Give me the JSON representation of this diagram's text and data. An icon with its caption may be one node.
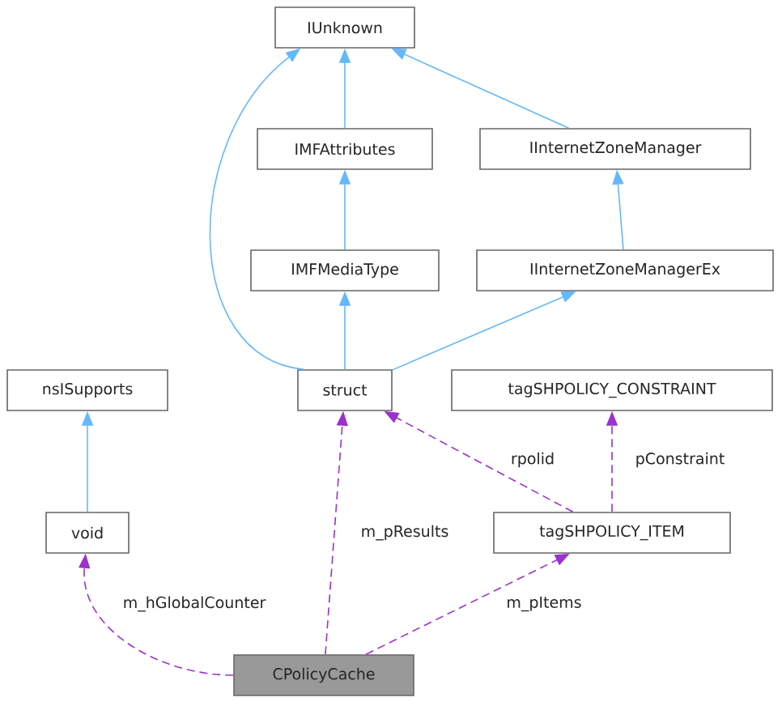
{
  "diagram": {
    "nodes": [
      {
        "text": [
          "IUnknown"
        ]
      },
      {
        "text": [
          "IMFAttributes"
        ]
      },
      {
        "text": [
          "IInternetZoneManager"
        ]
      },
      {
        "text": [
          "IMFMediaType"
        ]
      },
      {
        "text": [
          "IInternetZoneManagerEx"
        ]
      },
      {
        "text": [
          "nsISupports"
        ]
      },
      {
        "text": [
          "struct"
        ]
      },
      {
        "text": [
          "tagSHPOLICY_CONSTRAINT"
        ]
      },
      {
        "text": [
          "void"
        ]
      },
      {
        "text": [
          "tagSHPOLICY_ITEM"
        ]
      },
      {
        "text": [
          "CPolicyCache"
        ]
      }
    ],
    "edges": [
      {
        "from": 1,
        "to": 0,
        "arrow": "to"
      },
      {
        "from": 2,
        "to": 0,
        "arrow": "to"
      },
      {
        "from": 6,
        "to": 0,
        "arrow": "to"
      },
      {
        "from": 3,
        "to": 1,
        "arrow": "to"
      },
      {
        "from": 4,
        "to": 2,
        "arrow": "to"
      },
      {
        "from": 6,
        "to": 3,
        "arrow": "to"
      },
      {
        "from": 6,
        "to": 4,
        "arrow": "to"
      },
      {
        "from": 8,
        "to": 5,
        "arrow": "to"
      },
      {
        "from": 10,
        "to": 8,
        "arrow": "to",
        "label": "m_hGlobalCounter",
        "style": "dashed",
        "color": "#9a32cd"
      },
      {
        "from": 10,
        "to": 6,
        "arrow": "to",
        "label": "m_pResults",
        "style": "dashed",
        "color": "#9a32cd"
      },
      {
        "from": 10,
        "to": 9,
        "arrow": "to",
        "label": "m_pItems",
        "style": "dashed",
        "color": "#9a32cd"
      },
      {
        "from": 9,
        "to": 6,
        "arrow": "to",
        "label": "rpolid",
        "style": "dashed",
        "color": "#9a32cd"
      },
      {
        "from": 9,
        "to": 7,
        "arrow": "to",
        "label": "pConstraint",
        "style": "dashed",
        "color": "#9a32cd"
      }
    ]
  }
}
